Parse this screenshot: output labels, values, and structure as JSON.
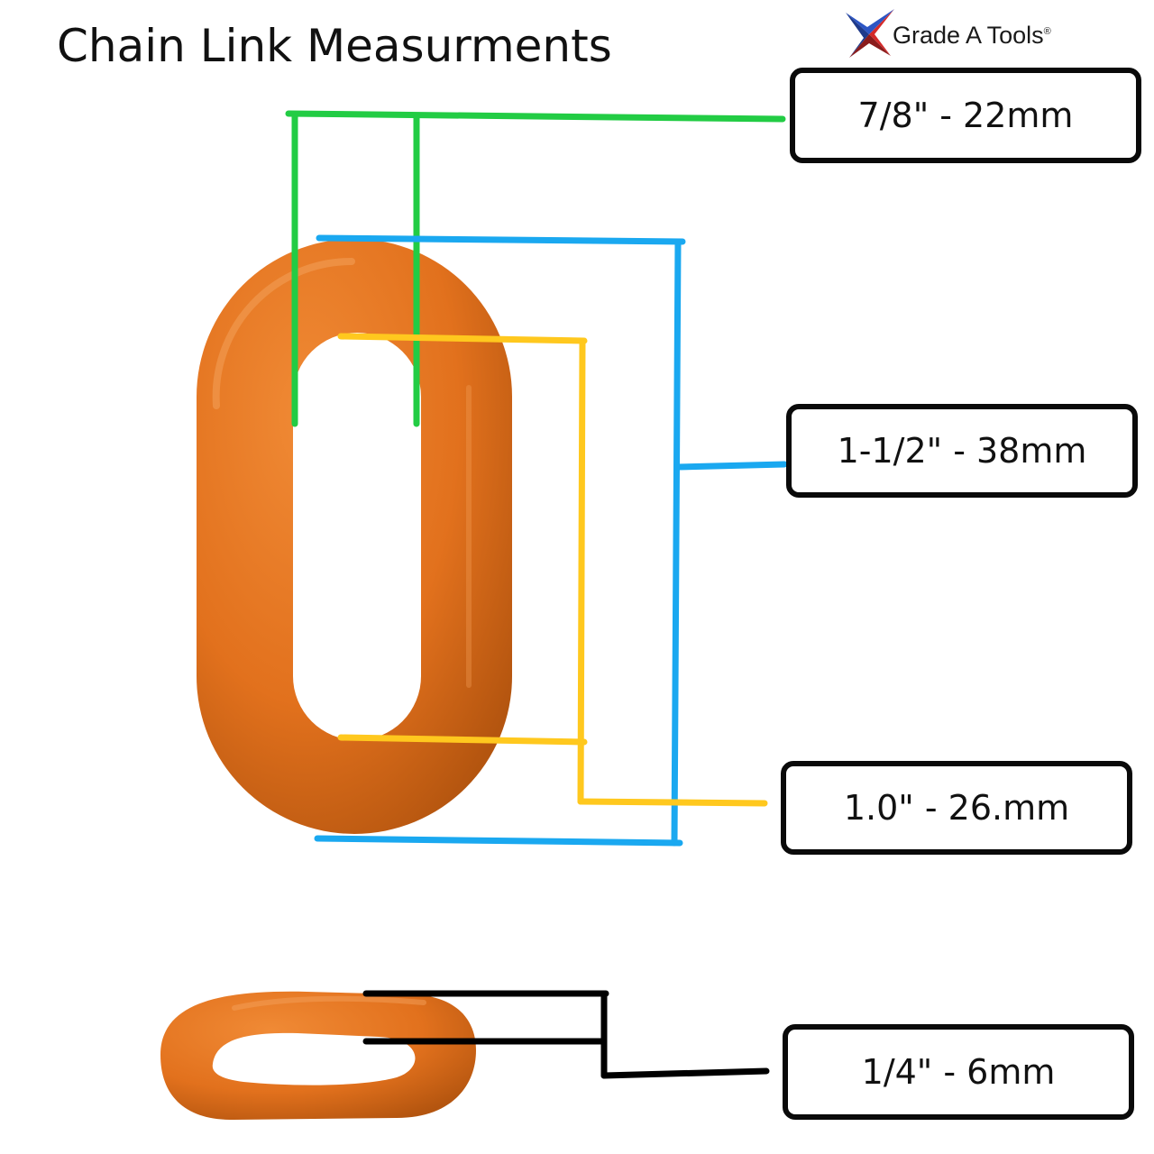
{
  "title": "Chain Link Measurments",
  "logo": {
    "text": "Grade A Tools",
    "mark": "®",
    "icon": "x-star-logo-icon"
  },
  "measurements": [
    {
      "label": "7/8\" - 22mm",
      "color": "#22cc44",
      "dimension": "link-width"
    },
    {
      "label": "1-1/2\" - 38mm",
      "color": "#1aa8f0",
      "dimension": "link-length"
    },
    {
      "label": "1.0\" - 26.mm",
      "color": "#ffc81e",
      "dimension": "inner-opening-length"
    },
    {
      "label": "1/4\" - 6mm",
      "color": "#000000",
      "dimension": "link-thickness"
    }
  ],
  "colors": {
    "link_fill": "#e2711d",
    "link_shadow": "#b4550f",
    "link_highlight": "#f3a05a"
  }
}
